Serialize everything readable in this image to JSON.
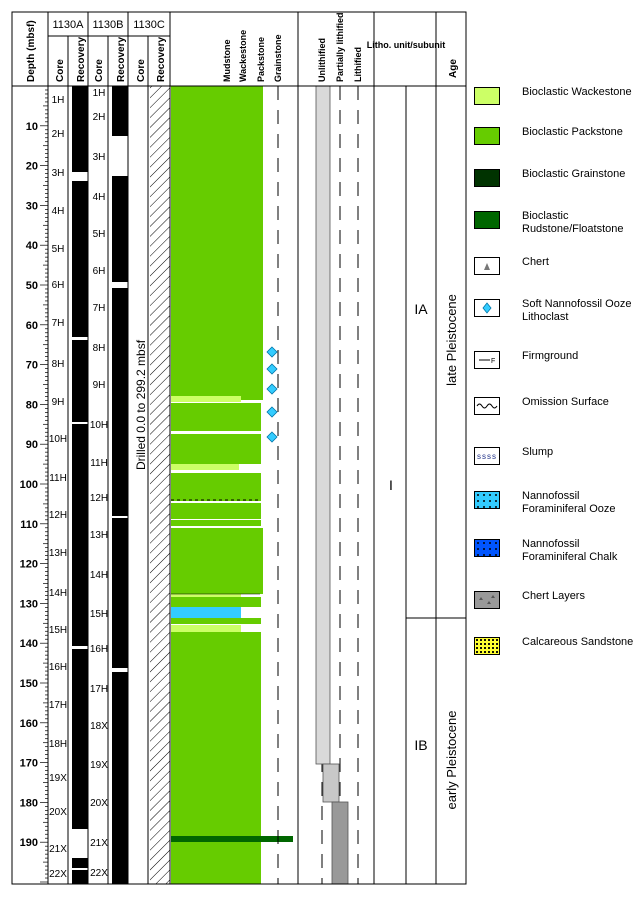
{
  "header": {
    "depth_label": "Depth (mbsf)",
    "holes": [
      "1130A",
      "1130B",
      "1130C"
    ],
    "core_label": "Core",
    "recovery_label": "Recovery",
    "texture_labels": [
      "Mudstone",
      "Wackestone",
      "Packstone",
      "Grainstone"
    ],
    "lith_labels": [
      "Unlithified",
      "Partially lithified",
      "Lithified"
    ],
    "unit_label": "Litho. unit/subunit",
    "age_label": "Age"
  },
  "depth_ticks": [
    "10",
    "20",
    "30",
    "40",
    "50",
    "60",
    "70",
    "80",
    "90",
    "100",
    "110",
    "120",
    "130",
    "140",
    "150",
    "160",
    "170",
    "180",
    "190"
  ],
  "cores_a": [
    "1H",
    "2H",
    "3H",
    "4H",
    "5H",
    "6H",
    "7H",
    "8H",
    "9H",
    "10H",
    "11H",
    "12H",
    "13H",
    "14H",
    "15H",
    "16H",
    "17H",
    "18H",
    "19X",
    "20X",
    "21X",
    "22X"
  ],
  "cores_b": [
    "1H",
    "2H",
    "3H",
    "4H",
    "5H",
    "6H",
    "7H",
    "8H",
    "9H",
    "10H",
    "11H",
    "12H",
    "13H",
    "14H",
    "15H",
    "16H",
    "17H",
    "18X",
    "19X",
    "20X",
    "21X",
    "22X"
  ],
  "drilled_text": "Drilled 0.0 to 299.2 mbsf",
  "units": {
    "unit": "I",
    "subunit_upper": "IA",
    "subunit_lower": "IB",
    "age_upper": "late Pleistocene",
    "age_lower": "early Pleistocene"
  },
  "legend": [
    {
      "name": "Bioclastic Wackestone",
      "color": "#ccff66"
    },
    {
      "name": "Bioclastic Packstone",
      "color": "#66cc00"
    },
    {
      "name": "Bioclastic Grainstone",
      "color": "#003300"
    },
    {
      "name": "Bioclastic Rudstone/Floatstone",
      "color": "#006600"
    },
    {
      "name": "Chert",
      "icon": "chert-icon"
    },
    {
      "name": "Soft Nannofossil Ooze Lithoclast",
      "icon": "diamond-icon"
    },
    {
      "name": "Firmground",
      "icon": "firmground-icon"
    },
    {
      "name": "Omission Surface",
      "icon": "wavy-line-icon"
    },
    {
      "name": "Slump",
      "icon": "slump-icon"
    },
    {
      "name": "Nannofossil Foraminiferal Ooze",
      "color": "#33ccff"
    },
    {
      "name": "Nannofossil Foraminiferal Chalk",
      "color": "#0055ff"
    },
    {
      "name": "Chert Layers",
      "color": "#999999"
    },
    {
      "name": "Calcareous Sandstone",
      "color": "#ffff33"
    }
  ]
}
